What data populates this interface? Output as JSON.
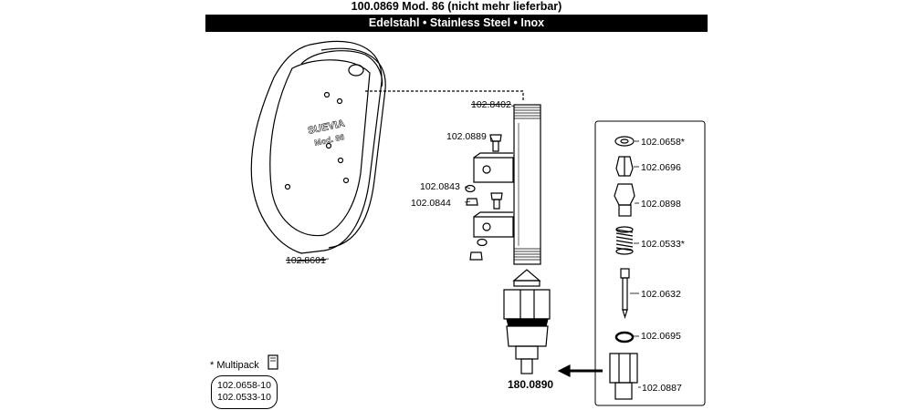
{
  "header": {
    "title": "100.0869 Mod. 86 (nicht mehr lieferbar)",
    "material": "Edelstahl • Stainless Steel • Inox"
  },
  "housing": {
    "logo_text": "SUEVIA",
    "model_text": "Mod. 86"
  },
  "parts": {
    "p_8601": "102.8601",
    "p_8402": "102.8402",
    "p_0889": "102.0889",
    "p_0843": "102.0843",
    "p_0844": "102.0844",
    "main_valve": "180.0890",
    "p_0658": "102.0658*",
    "p_0696": "102.0696",
    "p_0898": "102.0898",
    "p_0533": "102.0533*",
    "p_0632": "102.0632",
    "p_0695": "102.0695",
    "p_0887": "102.0887"
  },
  "multipack": {
    "label": "* Multipack",
    "items": [
      "102.0658-10",
      "102.0533-10"
    ]
  }
}
